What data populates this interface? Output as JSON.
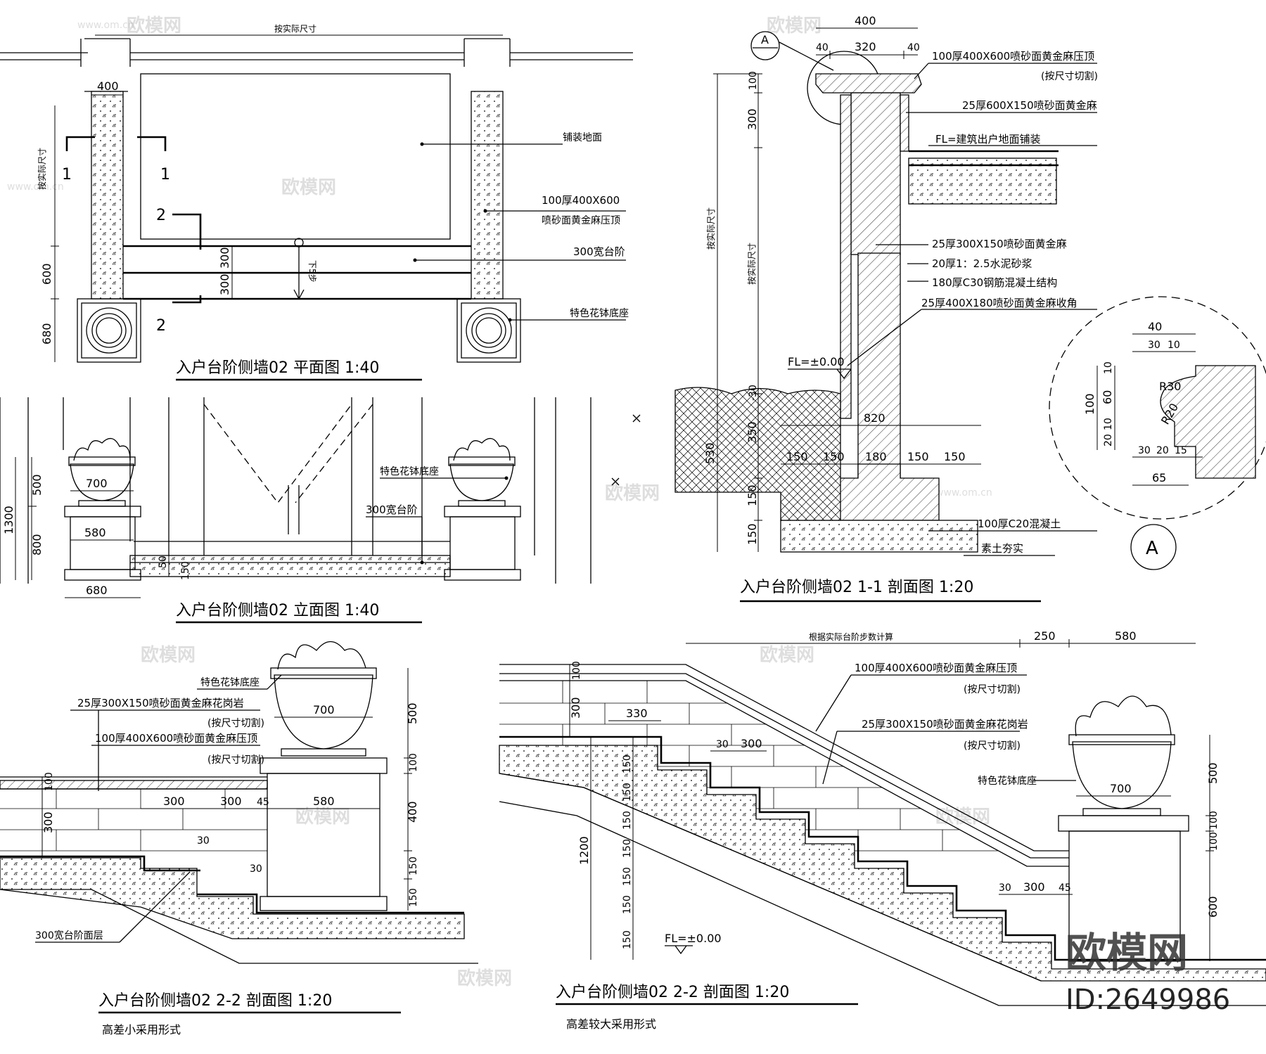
{
  "watermark": {
    "brand": "欧模网",
    "url": "www.om.cn",
    "id": "ID:2649986"
  },
  "plan": {
    "title": "入户台阶侧墙02 平面图 1:40",
    "top_label": "按实际尺寸",
    "side_label": "按实际尺寸",
    "dims": {
      "w400": "400",
      "d600": "600",
      "d680": "680",
      "d300a": "300",
      "d300b": "300"
    },
    "section_marks": {
      "s1": "1",
      "s2": "2"
    },
    "arrow_label": "下5步",
    "labels": {
      "paving": "铺装地面",
      "cap_line1": "100厚400X600",
      "cap_line2": "喷砂面黄金麻压顶",
      "step": "300宽台阶",
      "base": "特色花钵底座"
    }
  },
  "elevation": {
    "title": "入户台阶侧墙02 立面图 1:40",
    "dims": {
      "h500": "500",
      "h1300": "1300",
      "h800": "800",
      "w700": "700",
      "w580": "580",
      "w680": "680",
      "h50": "50",
      "h150": "150"
    },
    "labels": {
      "base": "特色花钵底座",
      "step": "300宽台阶"
    }
  },
  "section11": {
    "title": "入户台阶侧墙02 1-1 剖面图 1:20",
    "marker": "A",
    "side_label_a": "按实际尺寸",
    "side_label_b": "按实际尺寸",
    "dims": {
      "w400": "400",
      "w40a": "40",
      "w320": "320",
      "w40b": "40",
      "h100": "100",
      "h300": "300",
      "h530": "530",
      "h350": "350",
      "h150a": "150",
      "h150b": "150",
      "w820": "820",
      "w150a": "150",
      "w150b": "150",
      "w180": "180",
      "w150c": "150",
      "w150d": "150",
      "fl_neg": "-30"
    },
    "labels": {
      "cap": "100厚400X600喷砂面黄金麻压顶",
      "cap_note": "(按尺寸切割)",
      "veneer": "25厚600X150喷砂面黄金麻",
      "fl_top": "FL=建筑出户地面铺装",
      "veneer2": "25厚300X150喷砂面黄金麻",
      "mortar": "20厚1：2.5水泥砂浆",
      "rc": "180厚C30钢筋混凝土结构",
      "corner": "25厚400X180喷砂面黄金麻收角",
      "fl0": "FL=±0.00",
      "conc": "100厚C20混凝土",
      "soil": "素土夯实"
    }
  },
  "detail_a": {
    "label": "A",
    "dims": {
      "w40": "40",
      "w30": "30",
      "w10": "10",
      "r30": "R30",
      "r20": "R20",
      "h100": "100",
      "h60": "60",
      "h10a": "10",
      "h10b": "10",
      "h20": "20",
      "w30b": "30",
      "w20": "20",
      "w15": "15",
      "w65": "65"
    }
  },
  "section22_small": {
    "title": "入户台阶侧墙02 2-2 剖面图 1:20",
    "subtitle": "高差小采用形式",
    "labels": {
      "base": "特色花钵底座",
      "veneer": "25厚300X150喷砂面黄金麻花岗岩",
      "veneer_note": "(按尺寸切割)",
      "cap": "100厚400X600喷砂面黄金麻压顶",
      "cap_note": "(按尺寸切割)",
      "step_layer": "300宽台阶面层"
    },
    "dims": {
      "h100": "100",
      "h300": "300",
      "w300a": "300",
      "w300b": "300",
      "w45": "45",
      "w30a": "30",
      "w30b": "30",
      "w700": "700",
      "w580": "580",
      "h500": "500",
      "h100b": "100",
      "h400": "400",
      "h150a": "150",
      "h150b": "150"
    }
  },
  "section22_large": {
    "title": "入户台阶侧墙02 2-2 剖面图 1:20",
    "subtitle": "高差较大采用形式",
    "top_label": "根据实际台阶步数计算",
    "labels": {
      "cap": "100厚400X600喷砂面黄金麻压顶",
      "cap_note": "(按尺寸切割)",
      "veneer": "25厚300X150喷砂面黄金麻花岗岩",
      "veneer_note": "(按尺寸切割)",
      "base": "特色花钵底座",
      "fl0": "FL=±0.00"
    },
    "dims": {
      "w250": "250",
      "w580": "580",
      "h100": "100",
      "h300": "300",
      "w330": "330",
      "w30a": "30",
      "w300a": "300",
      "h1200": "1200",
      "h150": "150",
      "w700": "700",
      "h500": "500",
      "h100b": "100",
      "h100c": "100",
      "h600": "600",
      "w30b": "30",
      "w300b": "300",
      "w45": "45"
    }
  }
}
